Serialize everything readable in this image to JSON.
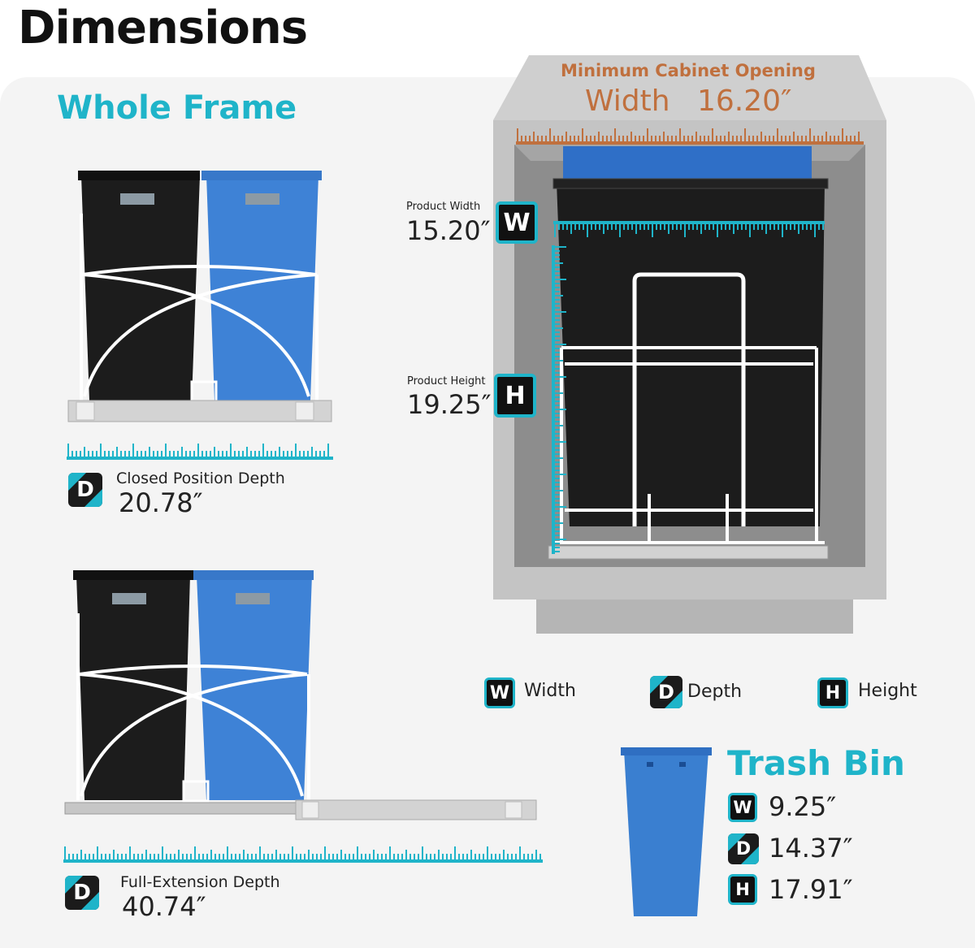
{
  "page": {
    "title": "Dimensions"
  },
  "whole_frame": {
    "title": "Whole Frame",
    "closed": {
      "badge": "D",
      "label": "Closed Position Depth",
      "value": "20.78″"
    },
    "extended": {
      "badge": "D",
      "label": "Full-Extension Depth",
      "value": "40.74″"
    }
  },
  "cabinet": {
    "title": "Minimum Cabinet Opening",
    "width_label": "Width",
    "width_value": "16.20″",
    "product_width": {
      "badge": "W",
      "label": "Product Width",
      "value": "15.20″"
    },
    "product_height": {
      "badge": "H",
      "label": "Product Height",
      "value": "19.25″"
    }
  },
  "legend": [
    {
      "badge": "W",
      "label": "Width"
    },
    {
      "badge": "D",
      "label": "Depth"
    },
    {
      "badge": "H",
      "label": "Height"
    }
  ],
  "trash_bin": {
    "title": "Trash Bin",
    "width": {
      "badge": "W",
      "value": "9.25″"
    },
    "depth": {
      "badge": "D",
      "value": "14.37″"
    },
    "height": {
      "badge": "H",
      "value": "17.91″"
    }
  },
  "colors": {
    "teal": "#1fb4c9",
    "copper": "#c0703e",
    "bin_blue": "#3a7fd0",
    "bin_black": "#1a1a1a",
    "cabinet_gray": "#c9c9c9"
  }
}
